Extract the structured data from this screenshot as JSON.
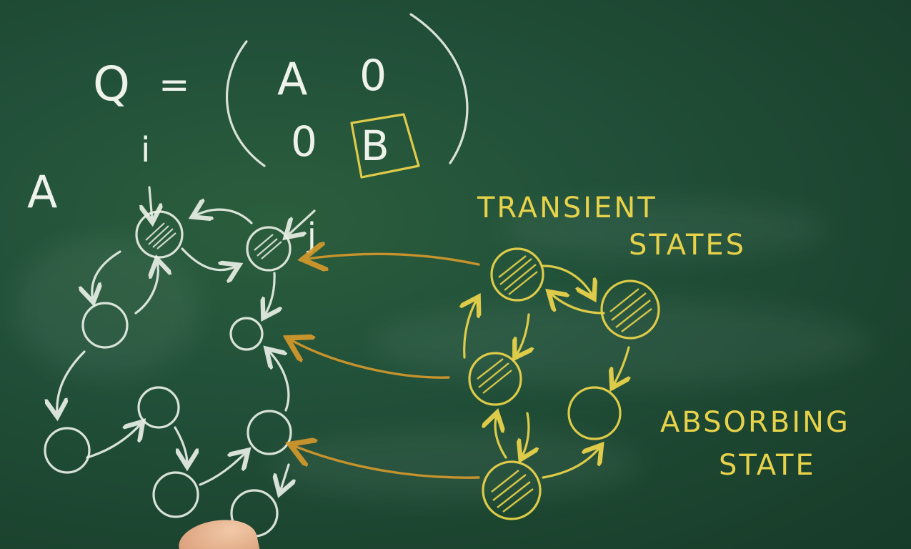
{
  "matrix": {
    "lhs": "Q",
    "equals": "=",
    "a11": "A",
    "a12": "0",
    "a21": "0",
    "a22": "B"
  },
  "labels": {
    "block_a": "A",
    "index_i": "i",
    "index_j": "j",
    "transient_line1": "TRANSIENT",
    "transient_line2": "STATES",
    "absorbing_line1": "ABSORBING",
    "absorbing_line2": "STATE"
  },
  "colors": {
    "board": "#1f4a2e",
    "chalk_white": "#e9efe6",
    "chalk_yellow": "#e8d24a",
    "chalk_orange": "#d89a2c"
  }
}
